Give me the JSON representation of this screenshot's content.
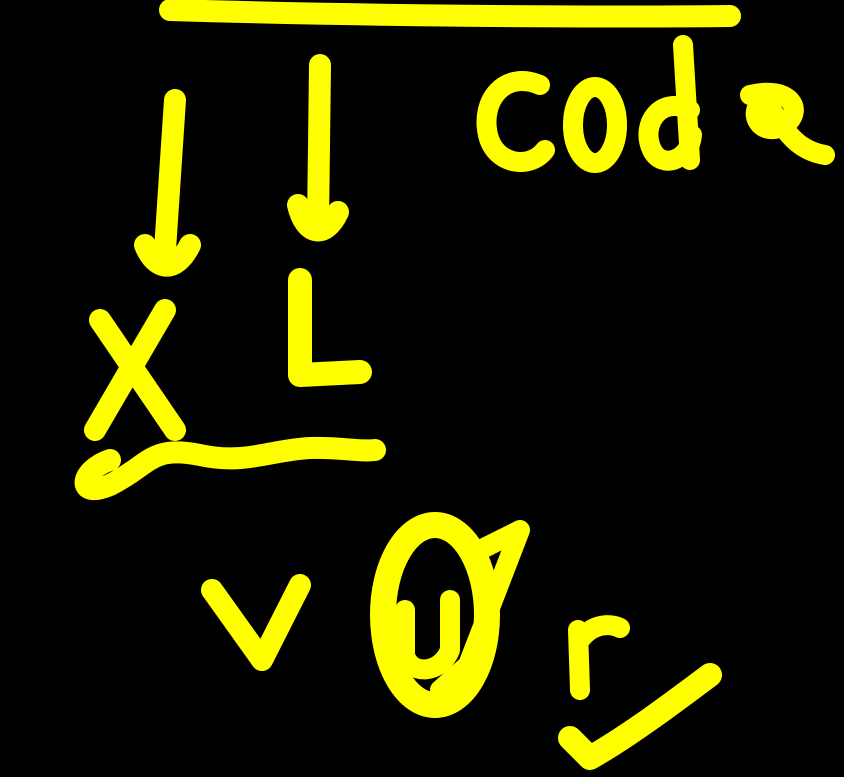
{
  "canvas": {
    "background": "#000000",
    "ink_color": "#FFFF00"
  },
  "handwriting": {
    "word_code": "code",
    "letter_x": "X",
    "letter_l": "L",
    "letter_v": "v",
    "letter_u": "u",
    "letter_r": "r"
  },
  "marks": {
    "top_bar": "horizontal-underline",
    "arrows": [
      "down-arrow",
      "down-arrow"
    ],
    "squiggle": "wavy-underline",
    "circle": "circled-u-with-slash",
    "check": "checkmark"
  }
}
